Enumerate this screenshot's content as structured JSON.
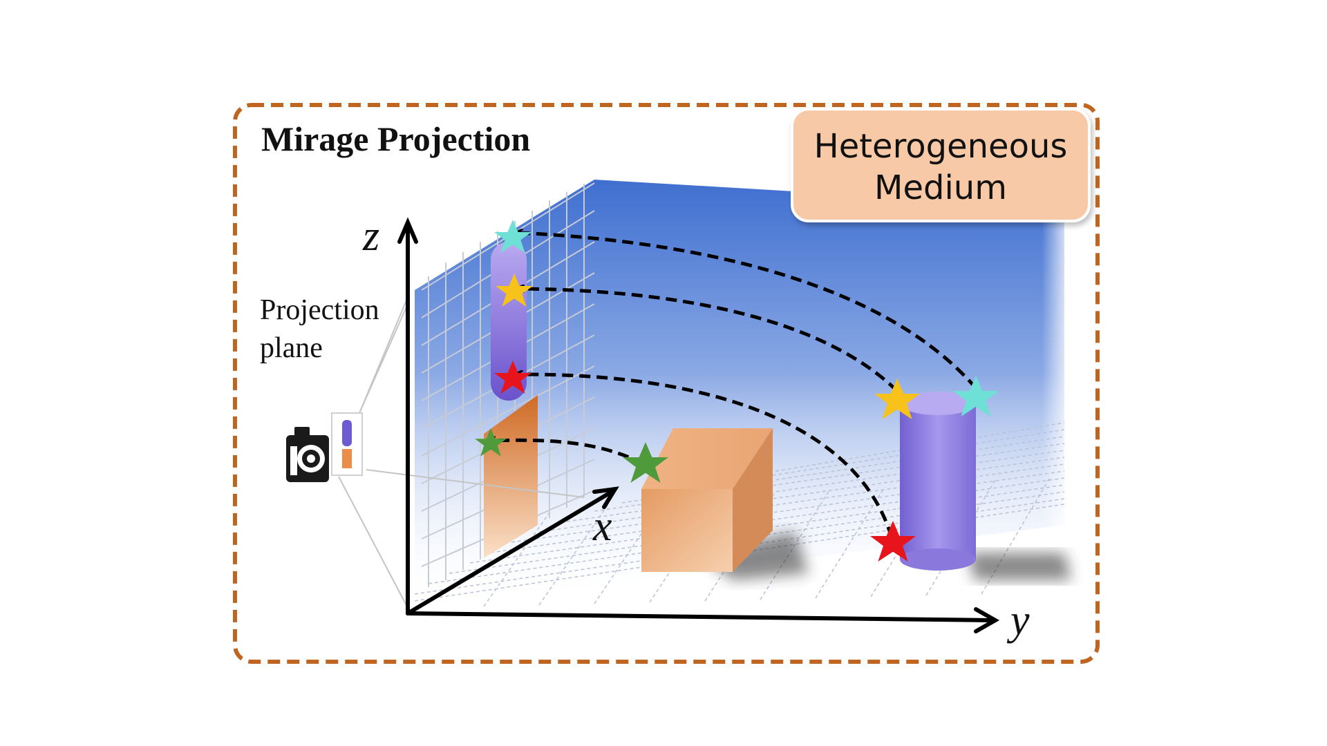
{
  "figure": {
    "title": "Mirage Projection",
    "medium_label": [
      "Heterogeneous",
      "Medium"
    ],
    "projection_label": [
      "Projection",
      "plane"
    ],
    "axes": {
      "x": "x",
      "y": "y",
      "z": "z"
    }
  },
  "colors": {
    "frame_border": "#c0651f",
    "medium_fill": "#f7c9a6",
    "sky_blue": "#5b83d6",
    "cylinder": "#8a78dc",
    "cube": "#e9a06b",
    "star_cyan": "#6fe0d6",
    "star_yellow": "#f7c21a",
    "star_red": "#e8141c",
    "star_green": "#4f9a3a"
  },
  "icons": [
    "camera-icon",
    "star-icon"
  ]
}
